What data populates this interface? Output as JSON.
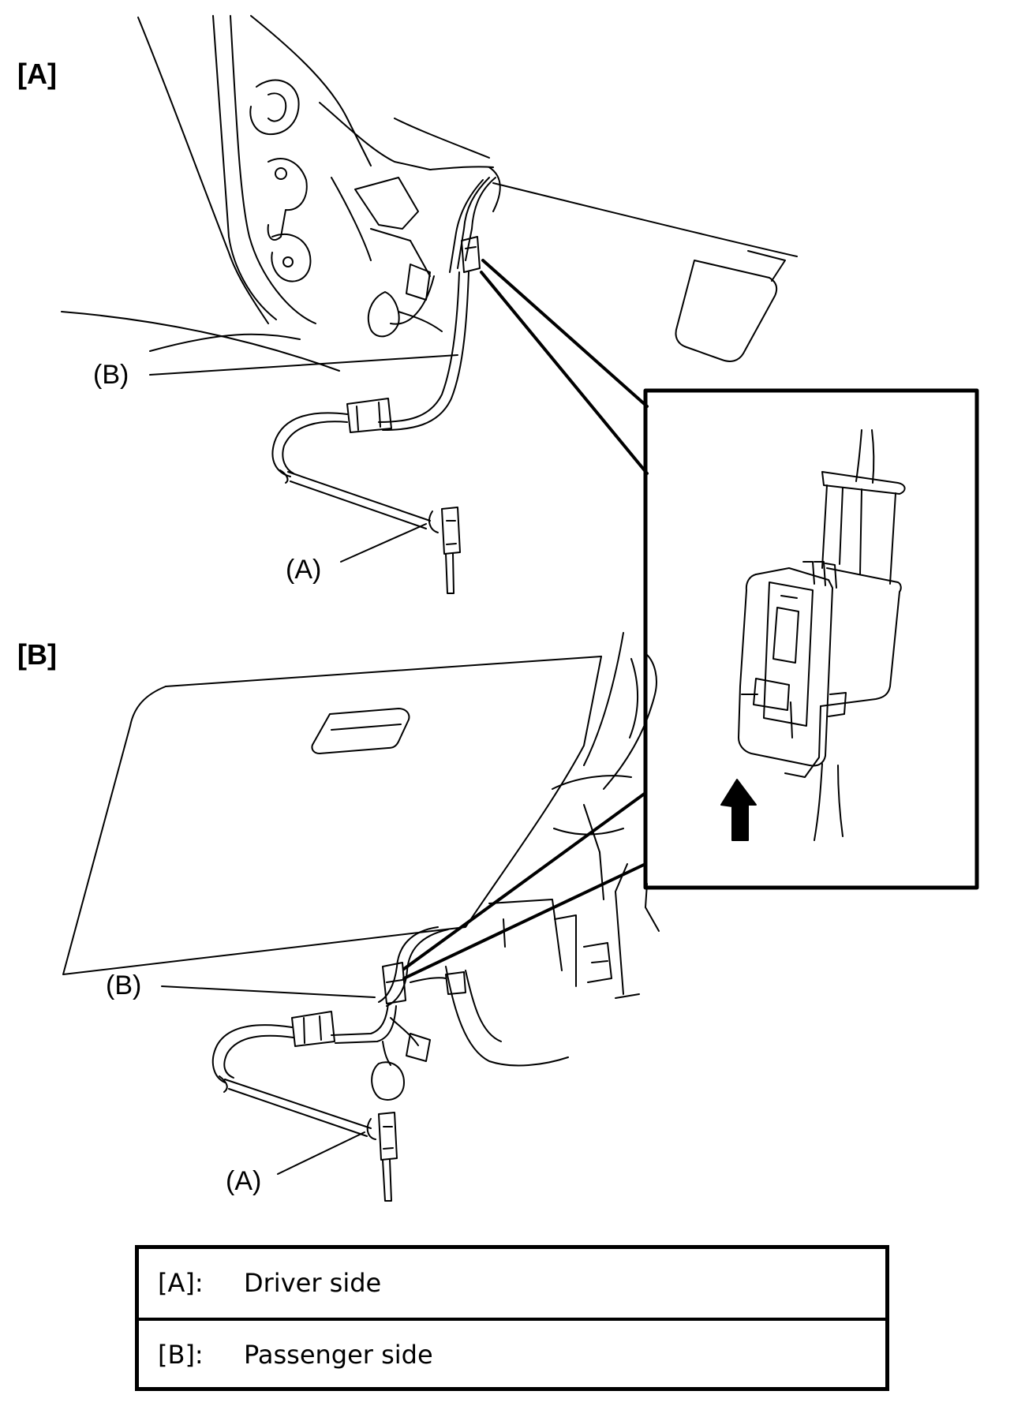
{
  "panels": {
    "a_label": "[A]",
    "b_label": "[B]"
  },
  "callouts": {
    "a_b": "(B)",
    "a_a": "(A)",
    "b_b": "(B)",
    "b_a": "(A)"
  },
  "legend": {
    "rows": [
      {
        "key": "[A]:",
        "value": "Driver side"
      },
      {
        "key": "[B]:",
        "value": "Passenger side"
      }
    ]
  },
  "icons": {
    "insert_arrow": "arrow-up-icon"
  },
  "colors": {
    "ink": "#000000",
    "background": "#ffffff"
  }
}
